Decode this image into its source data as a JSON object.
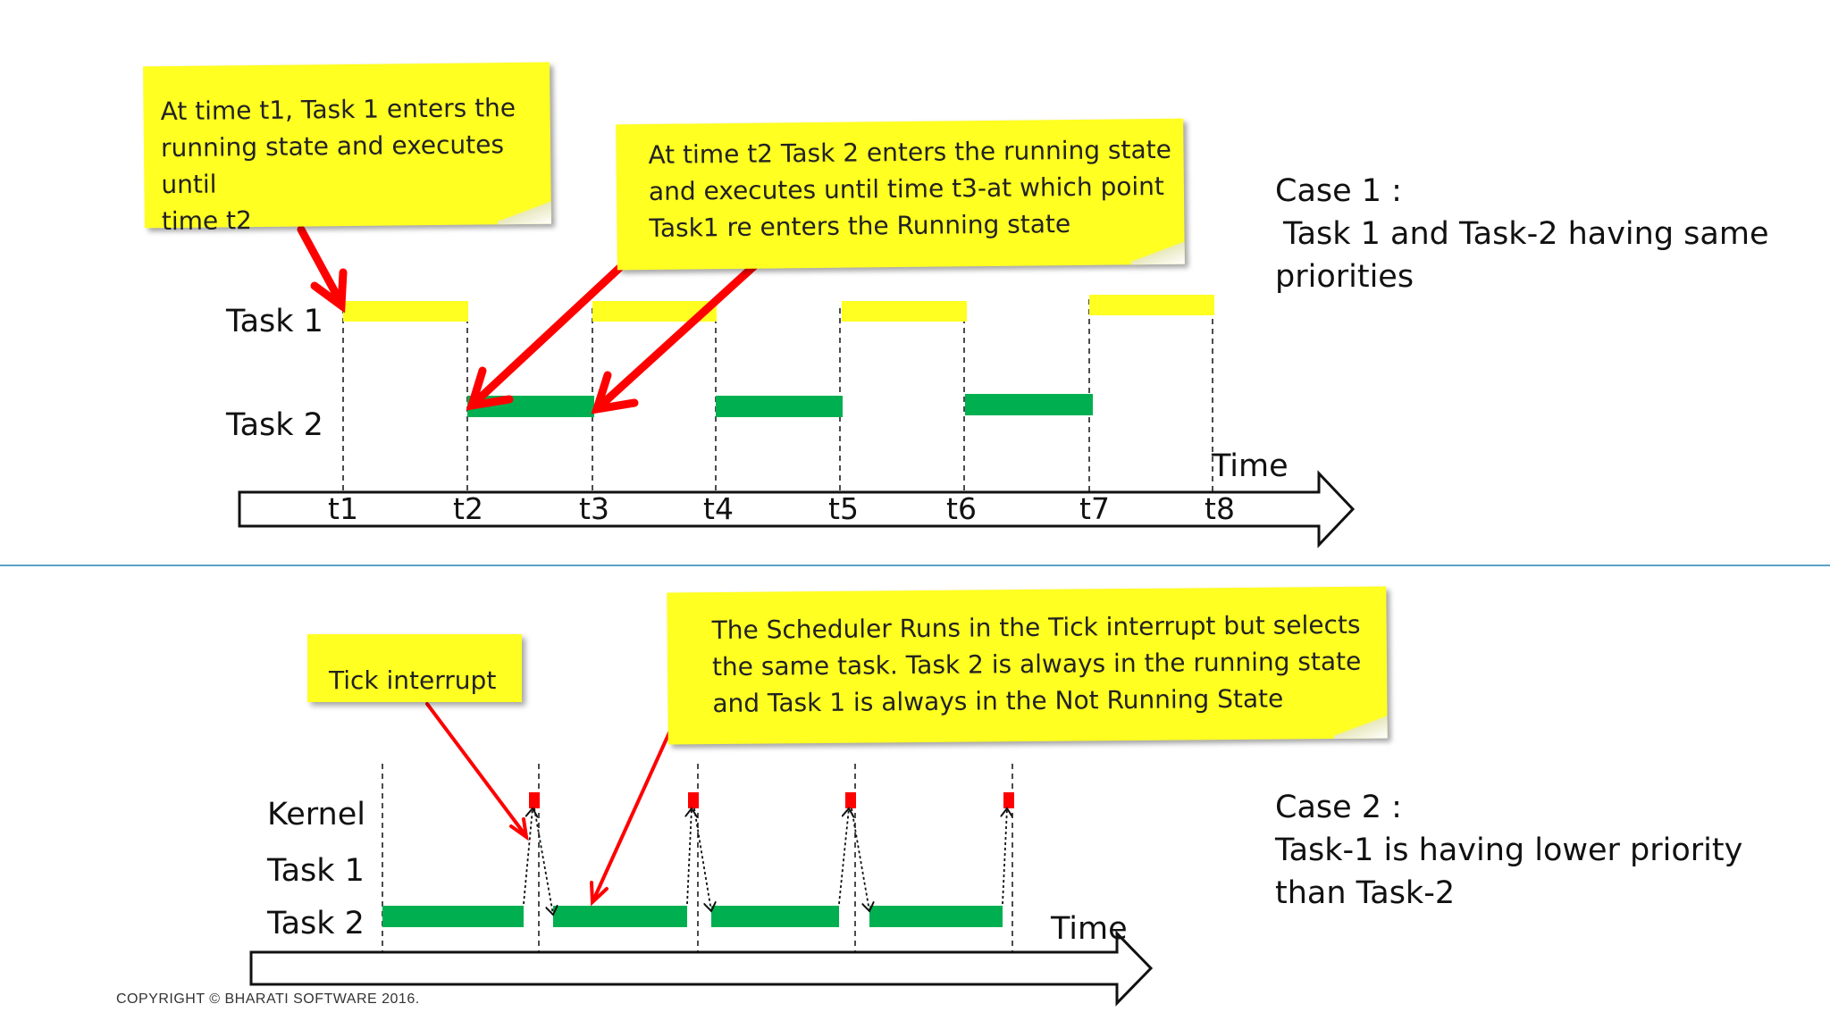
{
  "case1": {
    "title": "Case 1 :",
    "line2": "Task 1 and Task-2 having same",
    "line3": "priorities",
    "row_task1": "Task 1",
    "row_task2": "Task 2",
    "time_label": "Time",
    "ticks": [
      "t1",
      "t2",
      "t3",
      "t4",
      "t5",
      "t6",
      "t7",
      "t8"
    ],
    "note1": [
      "At time t1, Task 1 enters the",
      "running state and executes until",
      "time t2"
    ],
    "note2": [
      "At time t2 Task 2 enters the running state",
      "and executes until time t3-at which point",
      "Task1 re enters the Running state"
    ]
  },
  "case2": {
    "title": "Case 2 :",
    "line2": "Task-1 is having lower priority",
    "line3": "than Task-2",
    "row_kernel": "Kernel",
    "row_task1": "Task 1",
    "row_task2": "Task 2",
    "time_label": "Time",
    "note_tick": "Tick interrupt",
    "note_sched": [
      "The Scheduler Runs in the Tick interrupt but selects",
      "the same task. Task 2 is always in the running state",
      "and Task 1 is always in the Not Running State"
    ]
  },
  "colors": {
    "task1": "#ffff22",
    "task2": "#00b050",
    "kernel": "#ff0000",
    "arrow": "#ff0000",
    "divider": "#5ba3c9"
  },
  "footer": {
    "copyright": "COPYRIGHT © BHARATI SOFTWARE 2016."
  }
}
